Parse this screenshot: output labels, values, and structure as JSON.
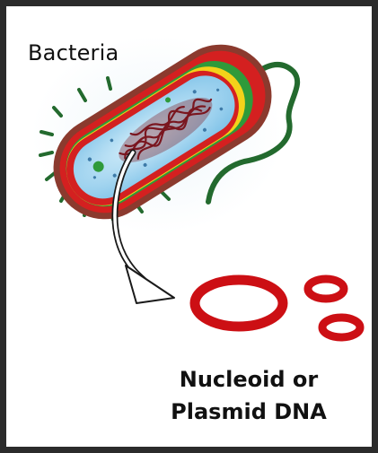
{
  "title": "Bacteria",
  "caption": {
    "line1": "Nucleoid or",
    "line2": "Plasmid DNA"
  },
  "colors": {
    "background": "#ffffff",
    "frame": "#2b2b2b",
    "outer_wall": "#8b3a2e",
    "red_membrane": "#d42020",
    "green_band": "#2f9a3a",
    "yellow_band": "#f4d21a",
    "cytoplasm": "#a9d8f2",
    "dna": "#7a1620",
    "flagellum": "#236a2e",
    "plasmid": "#cc0f14"
  },
  "icons": [
    "bacterium-cell-illustration",
    "arrow-icon",
    "plasmid-ring-large",
    "plasmid-ring-small-top",
    "plasmid-ring-small-bottom"
  ]
}
